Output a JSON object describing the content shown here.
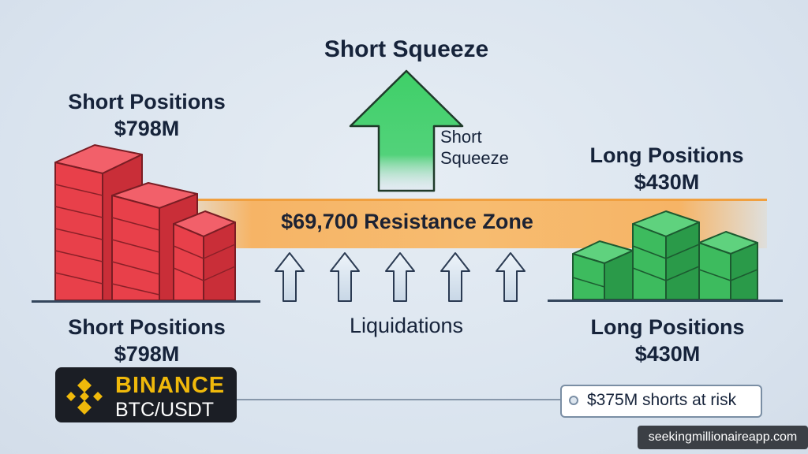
{
  "header": {
    "title": "Short Squeeze"
  },
  "arrow_label": {
    "line1": "Short",
    "line2": "Squeeze"
  },
  "short_top": {
    "line1": "Short Positions",
    "line2": "$798M"
  },
  "short_bottom": {
    "line1": "Short Positions",
    "line2": "$798M"
  },
  "long_top": {
    "line1": "Long Positions",
    "line2": "$430M"
  },
  "long_bottom": {
    "line1": "Long Positions",
    "line2": "$430M"
  },
  "resistance": {
    "label": "$69,700 Resistance Zone"
  },
  "liquidations": {
    "label": "Liquidations"
  },
  "exchange": {
    "name": "BINANCE",
    "pair": "BTC/USDT"
  },
  "risk_tag": {
    "label": "$375M shorts at risk"
  },
  "watermark": {
    "label": "seekingmillionaireapp.com"
  },
  "colors": {
    "short": "#e8404a",
    "long": "#3dbb5e",
    "arrow_up": "#3fd068",
    "band": "#f6b466",
    "background": "#dde6ef"
  }
}
